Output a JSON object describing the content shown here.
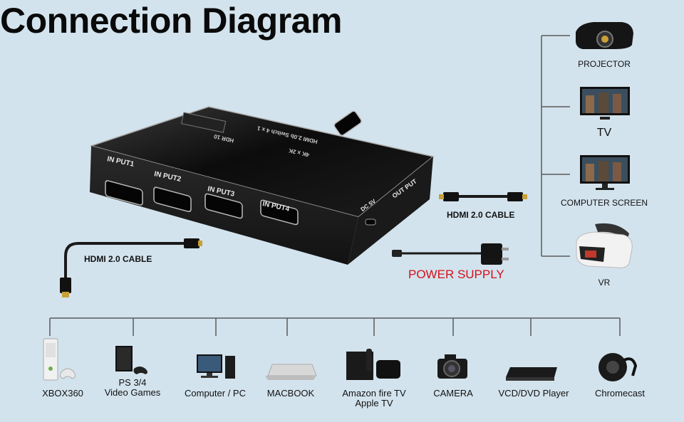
{
  "title": "Connection Diagram",
  "switch": {
    "ports": [
      "IN PUT1",
      "IN PUT2",
      "IN PUT3",
      "IN PUT4"
    ],
    "dc_label": "DC 5V",
    "output_label": "OUT PUT",
    "top_text": [
      "HDMI 2.0b Switch 4 x 1",
      "4K x 2K",
      "HDR 10"
    ]
  },
  "cables": {
    "output_cable": "HDMI 2.0 CABLE",
    "input_cable": "HDMI 2.0 CABLE",
    "power": "POWER SUPPLY"
  },
  "outputs": [
    {
      "label": "PROJECTOR",
      "icon": "projector-icon"
    },
    {
      "label": "TV",
      "icon": "tv-icon"
    },
    {
      "label": "COMPUTER SCREEN",
      "icon": "monitor-icon"
    },
    {
      "label": "VR",
      "icon": "vr-headset-icon"
    }
  ],
  "inputs": [
    {
      "line1": "XBOX360",
      "line2": "",
      "icon": "xbox-icon"
    },
    {
      "line1": "PS 3/4",
      "line2": "Video Games",
      "icon": "playstation-icon"
    },
    {
      "line1": "Computer / PC",
      "line2": "",
      "icon": "pc-icon"
    },
    {
      "line1": "MACBOOK",
      "line2": "",
      "icon": "laptop-icon"
    },
    {
      "line1": "Amazon fire TV",
      "line2": "Apple TV",
      "icon": "streaming-box-icon"
    },
    {
      "line1": "CAMERA",
      "line2": "",
      "icon": "camera-icon"
    },
    {
      "line1": "VCD/DVD Player",
      "line2": "",
      "icon": "dvd-player-icon"
    },
    {
      "line1": "Chromecast",
      "line2": "",
      "icon": "chromecast-icon"
    }
  ],
  "colors": {
    "background": "#d3e3ed",
    "power_label": "#d4111a",
    "line": "#555555"
  }
}
